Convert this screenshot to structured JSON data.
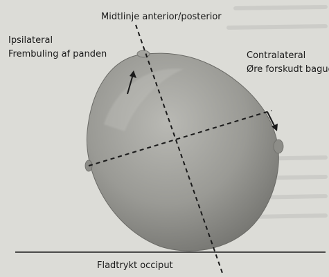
{
  "labels": {
    "midline": "Midtlinje anterior/posterior",
    "ipsilateral_line1": "Ipsilateral",
    "ipsilateral_line2": "Frembuling af panden",
    "contralateral_line1": "Contralateral",
    "contralateral_line2": "Øre forskudt bagud",
    "occiput": "Fladtrykt occiput"
  },
  "colors": {
    "page": "#dcdcd7",
    "head": "#8f8f8a",
    "ink": "#1a1a1a"
  },
  "icons": {
    "ipsilateral_arrow": "arrow-up-right-icon",
    "contralateral_arrow": "arrow-down-right-icon"
  }
}
